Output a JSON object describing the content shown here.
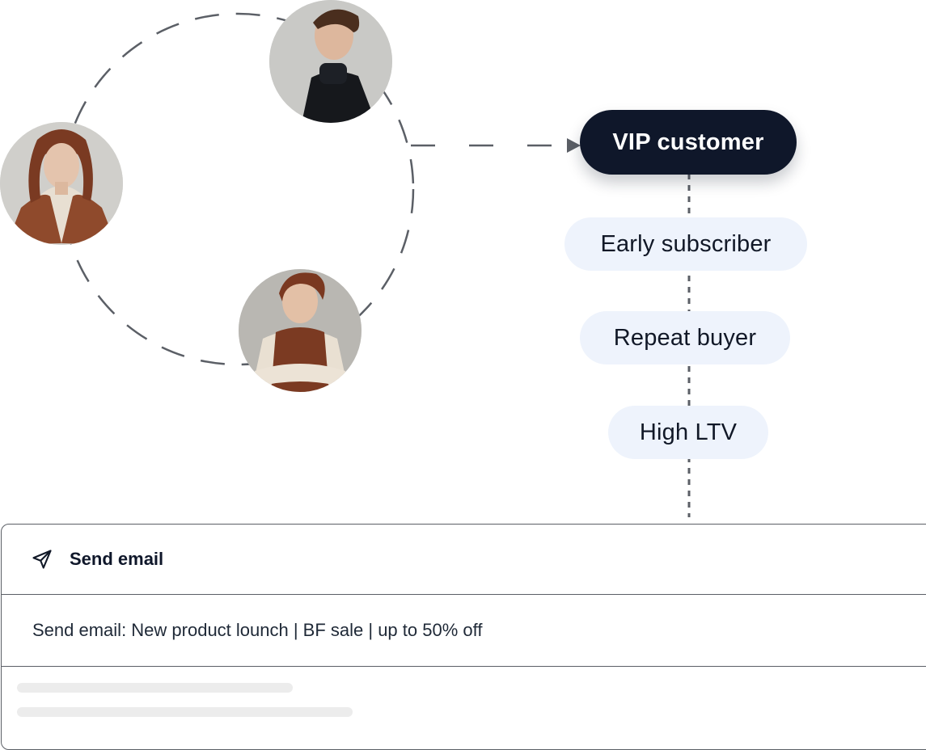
{
  "segments": {
    "primary": "VIP customer",
    "tags": [
      "Early subscriber",
      "Repeat buyer",
      "High LTV"
    ]
  },
  "avatars": [
    {
      "name": "woman-in-brown-coat-avatar"
    },
    {
      "name": "man-in-black-turtleneck-avatar"
    },
    {
      "name": "man-in-brown-vest-avatar"
    }
  ],
  "email_card": {
    "icon": "send-icon",
    "title": "Send email",
    "subject": "Send email: New product lounch | BF sale | up to 50% off"
  },
  "colors": {
    "primary_pill": "#0f172a",
    "tag_pill": "#eef3fc",
    "connector": "#5b5f66",
    "skeleton": "#ececec"
  }
}
